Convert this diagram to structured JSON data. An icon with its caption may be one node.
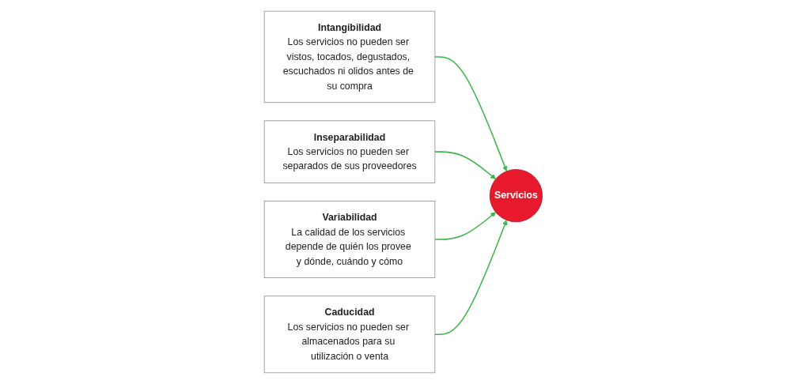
{
  "diagram": {
    "nodes": [
      {
        "text": [
          "Intangibilidad",
          "Los servicios no pueden ser vistos, tocados, degustados, escuchados ni olidos antes de su compra"
        ]
      },
      {
        "text": [
          "Inseparabilidad",
          "Los servicios no pueden ser separados de sus proveedores"
        ]
      },
      {
        "text": [
          "Servicios"
        ]
      },
      {
        "text": [
          "Variabilidad",
          "La calidad de los servicios depende de quién los provee y dónde, cuándo y cómo"
        ]
      },
      {
        "text": [
          "Caducidad",
          "Los servicios no pueden ser almacenados para su utilización o venta"
        ]
      }
    ],
    "edges": [
      {
        "from": 0,
        "to": 2,
        "arrow": "to"
      },
      {
        "from": 1,
        "to": 2,
        "arrow": "to"
      },
      {
        "from": 3,
        "to": 2,
        "arrow": "to"
      },
      {
        "from": 4,
        "to": 2,
        "arrow": "to"
      }
    ]
  }
}
